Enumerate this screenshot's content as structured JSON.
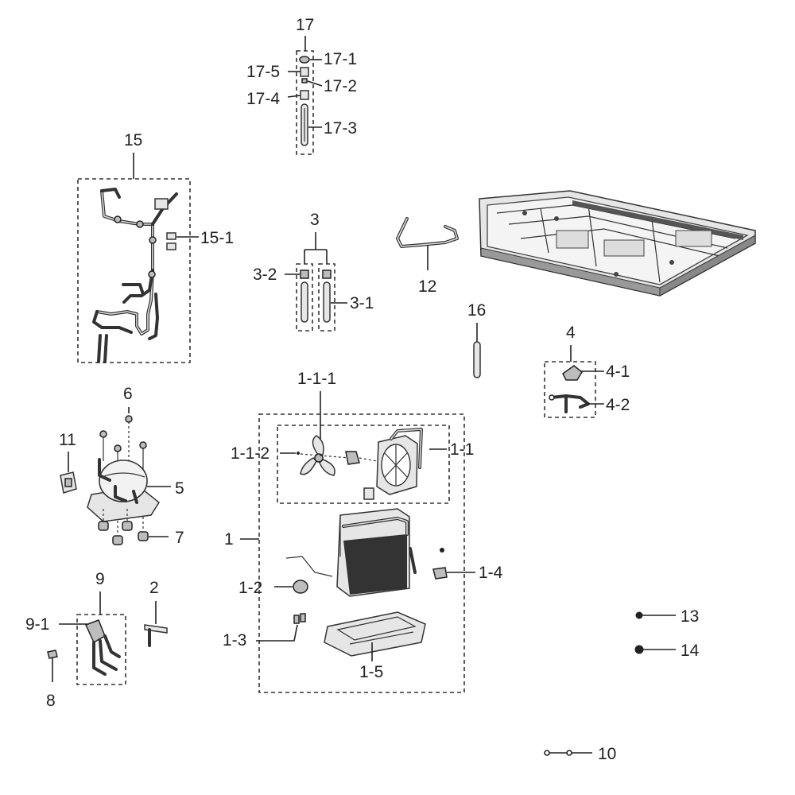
{
  "diagram": {
    "labels": {
      "l17": "17",
      "l17_1": "17-1",
      "l17_2": "17-2",
      "l17_3": "17-3",
      "l17_4": "17-4",
      "l17_5": "17-5",
      "l15": "15",
      "l15_1": "15-1",
      "l3": "3",
      "l3_1": "3-1",
      "l3_2": "3-2",
      "l12": "12",
      "l16": "16",
      "l4": "4",
      "l4_1": "4-1",
      "l4_2": "4-2",
      "l6": "6",
      "l11": "11",
      "l5": "5",
      "l7": "7",
      "l1": "1",
      "l1_1": "1-1",
      "l1_1_1": "1-1-1",
      "l1_1_2": "1-1-2",
      "l1_2": "1-2",
      "l1_3": "1-3",
      "l1_4": "1-4",
      "l1_5": "1-5",
      "l9": "9",
      "l9_1": "9-1",
      "l2": "2",
      "l8": "8",
      "l13": "13",
      "l14": "14",
      "l10": "10"
    }
  }
}
